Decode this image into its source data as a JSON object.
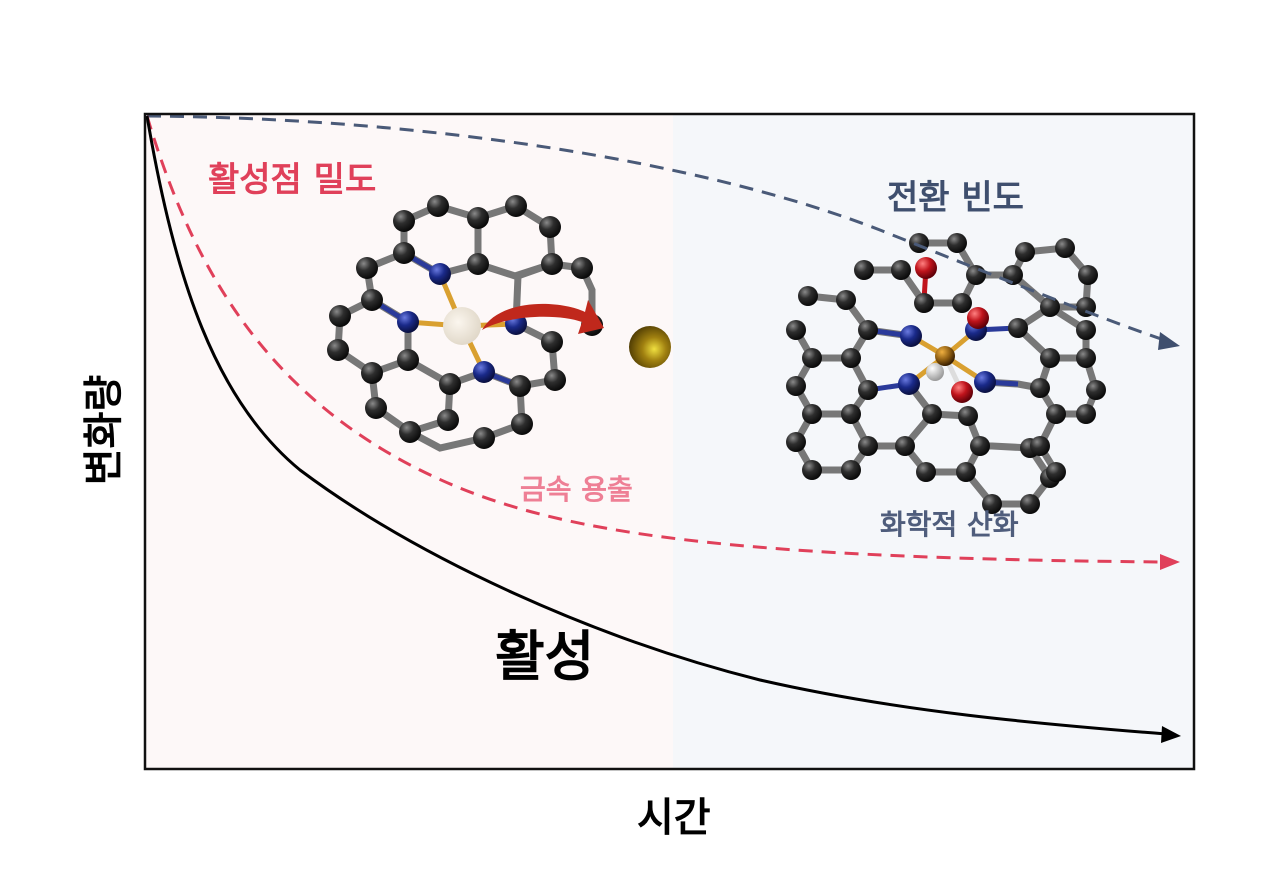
{
  "diagram": {
    "axes": {
      "x_label": "시간",
      "y_label": "변화량"
    },
    "regions": [
      {
        "name": "left-region",
        "color": "#fdf8f8"
      },
      {
        "name": "right-region",
        "color": "#f5f7fa"
      }
    ],
    "curves": [
      {
        "name": "activity",
        "label": "활성",
        "style": "solid",
        "color": "#000000"
      },
      {
        "name": "active-site-density",
        "label": "활성점 밀도",
        "style": "dashed",
        "color": "#e0405a"
      },
      {
        "name": "turnover-frequency",
        "label": "전환 빈도",
        "style": "dashed",
        "color": "#3f4f6e"
      }
    ],
    "annotations": {
      "metal_leaching": "금속 용출",
      "chemical_oxidation": "화학적 산화"
    },
    "colors": {
      "carbon": "#2b2b2b",
      "nitrogen": "#1a2a8a",
      "oxygen": "#c0141c",
      "metal_gold": "#a08010",
      "metal_center": "#8a5a10",
      "arrow_red": "#c0281c"
    }
  },
  "chart_data": {
    "type": "line",
    "title": "",
    "xlabel": "시간",
    "ylabel": "변화량",
    "series": [
      {
        "name": "활성",
        "style": "solid",
        "trend": "rapid decay then slow decline",
        "x": [
          0,
          0.1,
          0.2,
          0.3,
          0.4,
          0.5,
          0.6,
          0.7,
          0.8,
          0.9,
          1.0
        ],
        "values": [
          1.0,
          0.58,
          0.44,
          0.36,
          0.3,
          0.24,
          0.19,
          0.15,
          0.11,
          0.07,
          0.05
        ]
      },
      {
        "name": "활성점 밀도",
        "style": "dashed",
        "trend": "decay to plateau",
        "x": [
          0,
          0.1,
          0.2,
          0.3,
          0.4,
          0.5,
          0.6,
          0.7,
          0.8,
          0.9,
          1.0
        ],
        "values": [
          1.0,
          0.72,
          0.52,
          0.4,
          0.34,
          0.32,
          0.31,
          0.31,
          0.31,
          0.31,
          0.31
        ]
      },
      {
        "name": "전환 빈도",
        "style": "dashed",
        "trend": "slow gradual decline",
        "x": [
          0,
          0.1,
          0.2,
          0.3,
          0.4,
          0.5,
          0.6,
          0.7,
          0.8,
          0.9,
          1.0
        ],
        "values": [
          1.0,
          0.99,
          0.97,
          0.94,
          0.9,
          0.86,
          0.81,
          0.76,
          0.71,
          0.67,
          0.64
        ]
      }
    ],
    "annotations": [
      "금속 용출",
      "화학적 산화"
    ],
    "grid": false,
    "legend": "inline labels"
  }
}
